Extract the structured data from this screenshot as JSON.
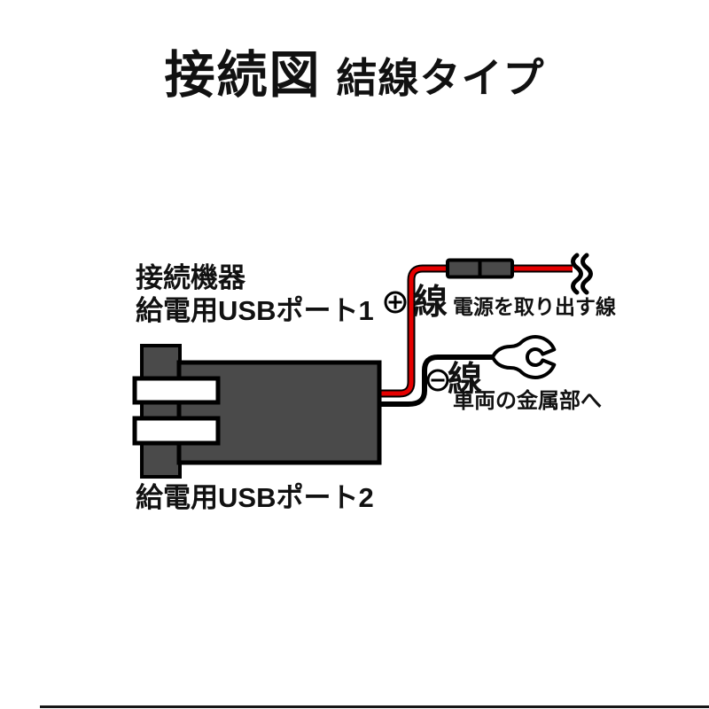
{
  "title": {
    "main": "接続図",
    "sub": "結線タイプ"
  },
  "device": {
    "name_line1": "接続機器",
    "name_line2": "給電用USBポート1",
    "port2_label": "給電用USBポート2"
  },
  "positive_wire": {
    "symbol": "＋",
    "label": "線",
    "description": "電源を取り出す線",
    "color": "#e60000",
    "inline_component": "fuse-icon",
    "end_marker": "continuation-squiggle-icon"
  },
  "negative_wire": {
    "symbol": "−",
    "label": "線",
    "description": "車両の金属部へ",
    "color": "#000000",
    "end_component": "ring-terminal-icon"
  },
  "colors": {
    "background": "#ffffff",
    "device_gray": "#4a4a4a",
    "wire_red": "#e60000",
    "outline": "#111111",
    "text": "#111111"
  }
}
